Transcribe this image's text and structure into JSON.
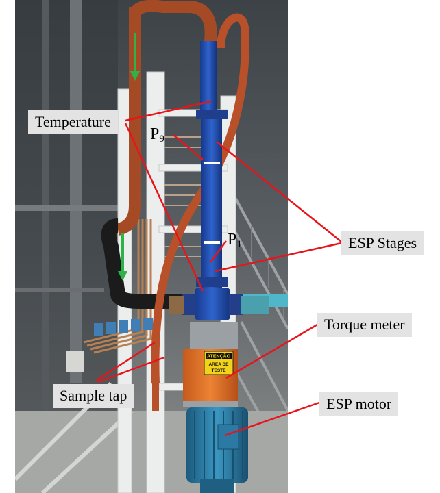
{
  "labels": {
    "temperature": "Temperature",
    "p9": {
      "base": "P",
      "sub": "9"
    },
    "p1": {
      "base": "P",
      "sub": "1"
    },
    "esp_stages": "ESP Stages",
    "torque_meter": "Torque meter",
    "sample_tap": "Sample tap",
    "esp_motor": "ESP motor"
  },
  "sign": {
    "line1": "ATENÇÃO",
    "line2": "ÁREA DE",
    "line3": "TESTE"
  },
  "colors": {
    "annotation_line": "#e8141b",
    "flow_arrow": "#2fb24a",
    "label_background": "#e3e3e3",
    "stage_column": "#2552b8",
    "motor": "#2f86b0",
    "hose": "#b8502a",
    "torque_housing": "#e0742a"
  }
}
